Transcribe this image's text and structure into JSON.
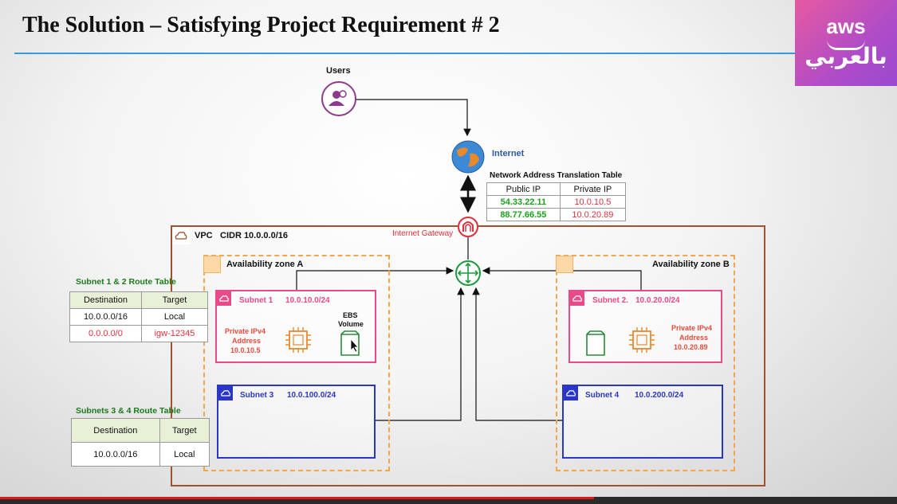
{
  "title": "The Solution – Satisfying Project Requirement # 2",
  "logo": {
    "top": "aws",
    "bottom": "بالعربي"
  },
  "users_label": "Users",
  "internet_label": "Internet",
  "igw_label": "Internet Gateway",
  "nat_table": {
    "caption": "Network Address Translation Table",
    "headers": [
      "Public IP",
      "Private IP"
    ],
    "rows": [
      [
        "54.33.22.11",
        "10.0.10.5"
      ],
      [
        "88.77.66.55",
        "10.0.20.89"
      ]
    ]
  },
  "vpc": {
    "label": "VPC",
    "cidr": "CIDR 10.0.0.0/16"
  },
  "az_a": "Availability zone A",
  "az_b": "Availability zone B",
  "subnet1": {
    "name": "Subnet 1",
    "cidr": "10.0.10.0/24",
    "ip_label_1": "Private IPv4",
    "ip_label_2": "Address",
    "ip": "10.0.10.5",
    "ebs_1": "EBS",
    "ebs_2": "Volume"
  },
  "subnet2": {
    "name": "Subnet 2.",
    "cidr": "10.0.20.0/24",
    "ip_label_1": "Private IPv4",
    "ip_label_2": "Address",
    "ip": "10.0.20.89"
  },
  "subnet3": {
    "name": "Subnet 3",
    "cidr": "10.0.100.0/24"
  },
  "subnet4": {
    "name": "Subnet 4",
    "cidr": "10.0.200.0/24"
  },
  "rt12": {
    "caption": "Subnet 1 & 2 Route Table",
    "headers": [
      "Destination",
      "Target"
    ],
    "rows": [
      [
        "10.0.0.0/16",
        "Local"
      ],
      [
        "0.0.0.0/0",
        "igw-12345"
      ]
    ]
  },
  "rt34": {
    "caption": "Subnets 3 & 4 Route Table",
    "headers": [
      "Destination",
      "Target"
    ],
    "rows": [
      [
        "10.0.0.0/16",
        "Local"
      ]
    ]
  },
  "colors": {
    "vpc_border": "#a0522d",
    "subnet_public": "#e84a8a",
    "subnet_private": "#2a36c8",
    "az_border": "#f5a54a",
    "router": "#1a9a3a"
  }
}
